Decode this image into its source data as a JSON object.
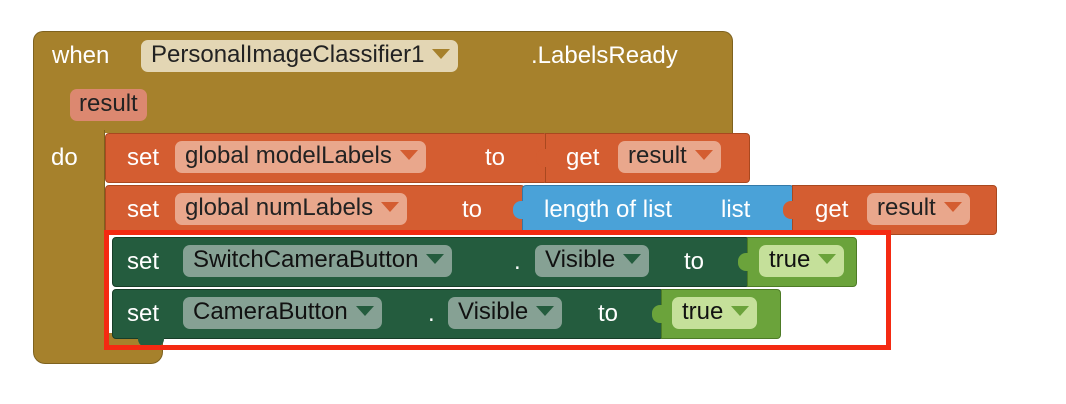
{
  "event": {
    "when_label": "when",
    "component": "PersonalImageClassifier1",
    "event_name": ".LabelsReady",
    "param": "result",
    "do_label": "do"
  },
  "statements": [
    {
      "set_label": "set",
      "variable": "global modelLabels",
      "to_label": "to",
      "get_label": "get",
      "get_value": "result"
    },
    {
      "set_label": "set",
      "variable": "global numLabels",
      "to_label": "to",
      "list_block_label": "length of list",
      "list_socket_label": "list",
      "get_label": "get",
      "get_value": "result"
    },
    {
      "set_label": "set",
      "component": "SwitchCameraButton",
      "dot": ".",
      "property": "Visible",
      "to_label": "to",
      "value": "true"
    },
    {
      "set_label": "set",
      "component": "CameraButton",
      "dot": ".",
      "property": "Visible",
      "to_label": "to",
      "value": "true"
    }
  ],
  "colors": {
    "event_block": "#a6812c",
    "variable_block": "#d45d31",
    "list_block": "#4aa2d8",
    "component_block": "#245c3e",
    "logic_block": "#6ba33b",
    "highlight": "#f42a12"
  }
}
